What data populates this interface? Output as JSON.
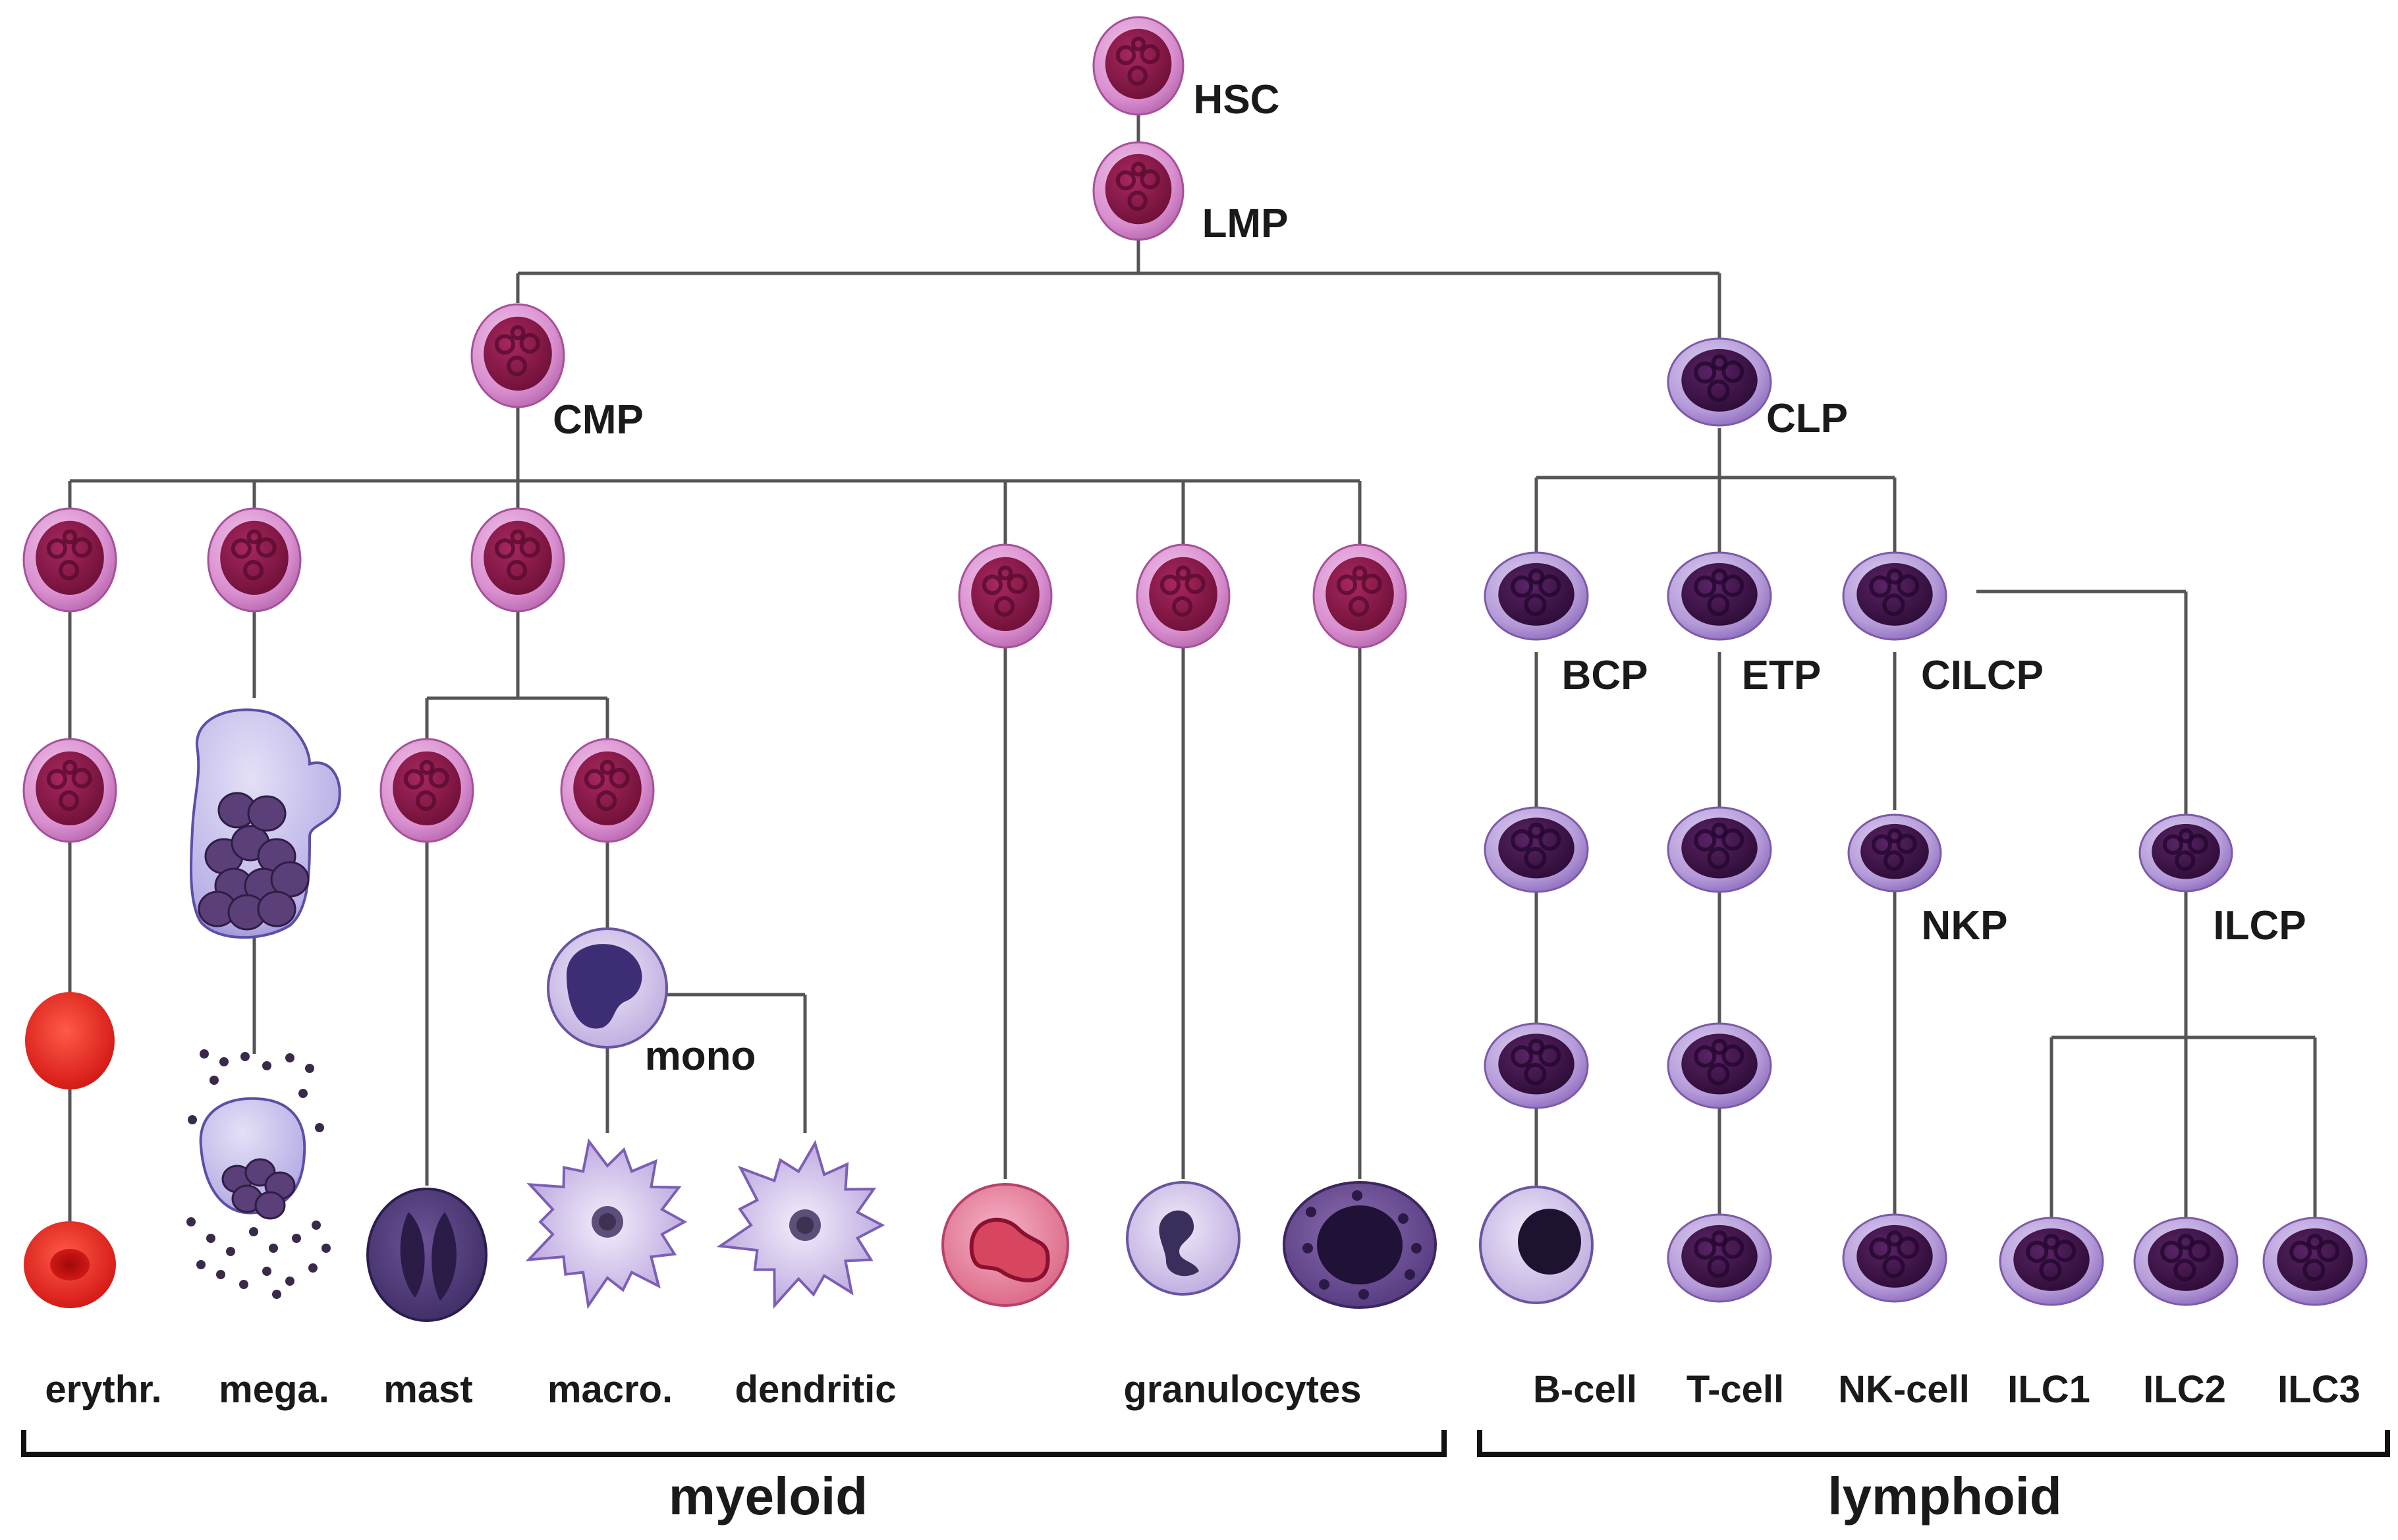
{
  "diagram": {
    "node_labels": {
      "hsc": "HSC",
      "lmp": "LMP",
      "cmp": "CMP",
      "clp": "CLP",
      "bcp": "BCP",
      "etp": "ETP",
      "cilcp": "CILCP",
      "nkp": "NKP",
      "ilcp": "ILCP",
      "mono": "mono"
    },
    "cell_type_labels": {
      "erythr": "erythr.",
      "mega": "mega.",
      "mast": "mast",
      "macro": "macro.",
      "dendritic": "dendritic",
      "granulocytes": "granulocytes",
      "bcell": "B-cell",
      "tcell": "T-cell",
      "nkcell": "NK-cell",
      "ilc1": "ILC1",
      "ilc2": "ILC2",
      "ilc3": "ILC3"
    },
    "group_labels": {
      "myeloid": "myeloid",
      "lymphoid": "lymphoid"
    },
    "colors": {
      "myeloid_progenitor_membrane": "#d98fcf",
      "myeloid_progenitor_nucleus": "#8a1d4e",
      "lymphoid_progenitor_membrane": "#b49ad8",
      "lymphoid_progenitor_nucleus": "#3e1448",
      "erythrocyte": "#e8201e",
      "connector": "#555555",
      "bracket": "#111111"
    }
  }
}
